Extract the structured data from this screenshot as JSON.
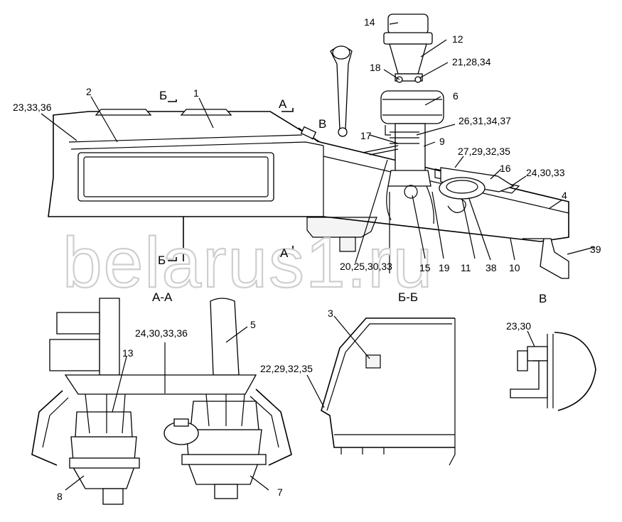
{
  "watermark": "belarus1.ru",
  "sections": {
    "aa": "А-А",
    "bb": "Б-Б",
    "v": "В",
    "cut_a_top": "А",
    "cut_a_bottom": "А",
    "cut_b_top": "Б",
    "cut_b_bottom": "Б",
    "view_v_top": "В"
  },
  "labels": {
    "l1": "1",
    "l2": "2",
    "l3": "3",
    "l4": "4",
    "l5": "5",
    "l6": "6",
    "l7": "7",
    "l8": "8",
    "l9": "9",
    "l10": "10",
    "l11": "11",
    "l12": "12",
    "l13": "13",
    "l14": "14",
    "l15": "15",
    "l16": "16",
    "l17": "17",
    "l18": "18",
    "l19": "19",
    "l38": "38",
    "l39": "39",
    "l23_33_36": "23,33,36",
    "l21_28_34": "21,28,34",
    "l26_31_34_37": "26,31,34,37",
    "l27_29_32_35": "27,29,32,35",
    "l24_30_33": "24,30,33",
    "l20_25_30_33": "20,25,30,33",
    "l24_30_33_36": "24,30,33,36",
    "l22_29_32_35": "22,29,32,35",
    "l23_30": "23,30"
  }
}
